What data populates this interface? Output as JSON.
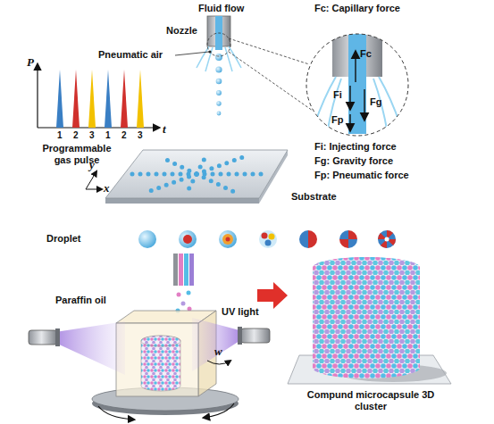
{
  "diagram": {
    "labels": [
      "Fluid flow",
      "Fc: Capillary force",
      "Nozzle",
      "Pneumatic air",
      "Fc",
      "Fi",
      "Fg",
      "Fp",
      "Fi: Injecting force",
      "Fg: Gravity force",
      "Fp: Pneumatic force",
      "P",
      "t",
      "1",
      "2",
      "3",
      "1",
      "2",
      "3",
      "Programmable gas pulse",
      "y",
      "x",
      "Substrate",
      "Droplet",
      "Paraffin oil",
      "UV light",
      "w",
      "Compund microcapsule 3D cluster"
    ]
  }
}
